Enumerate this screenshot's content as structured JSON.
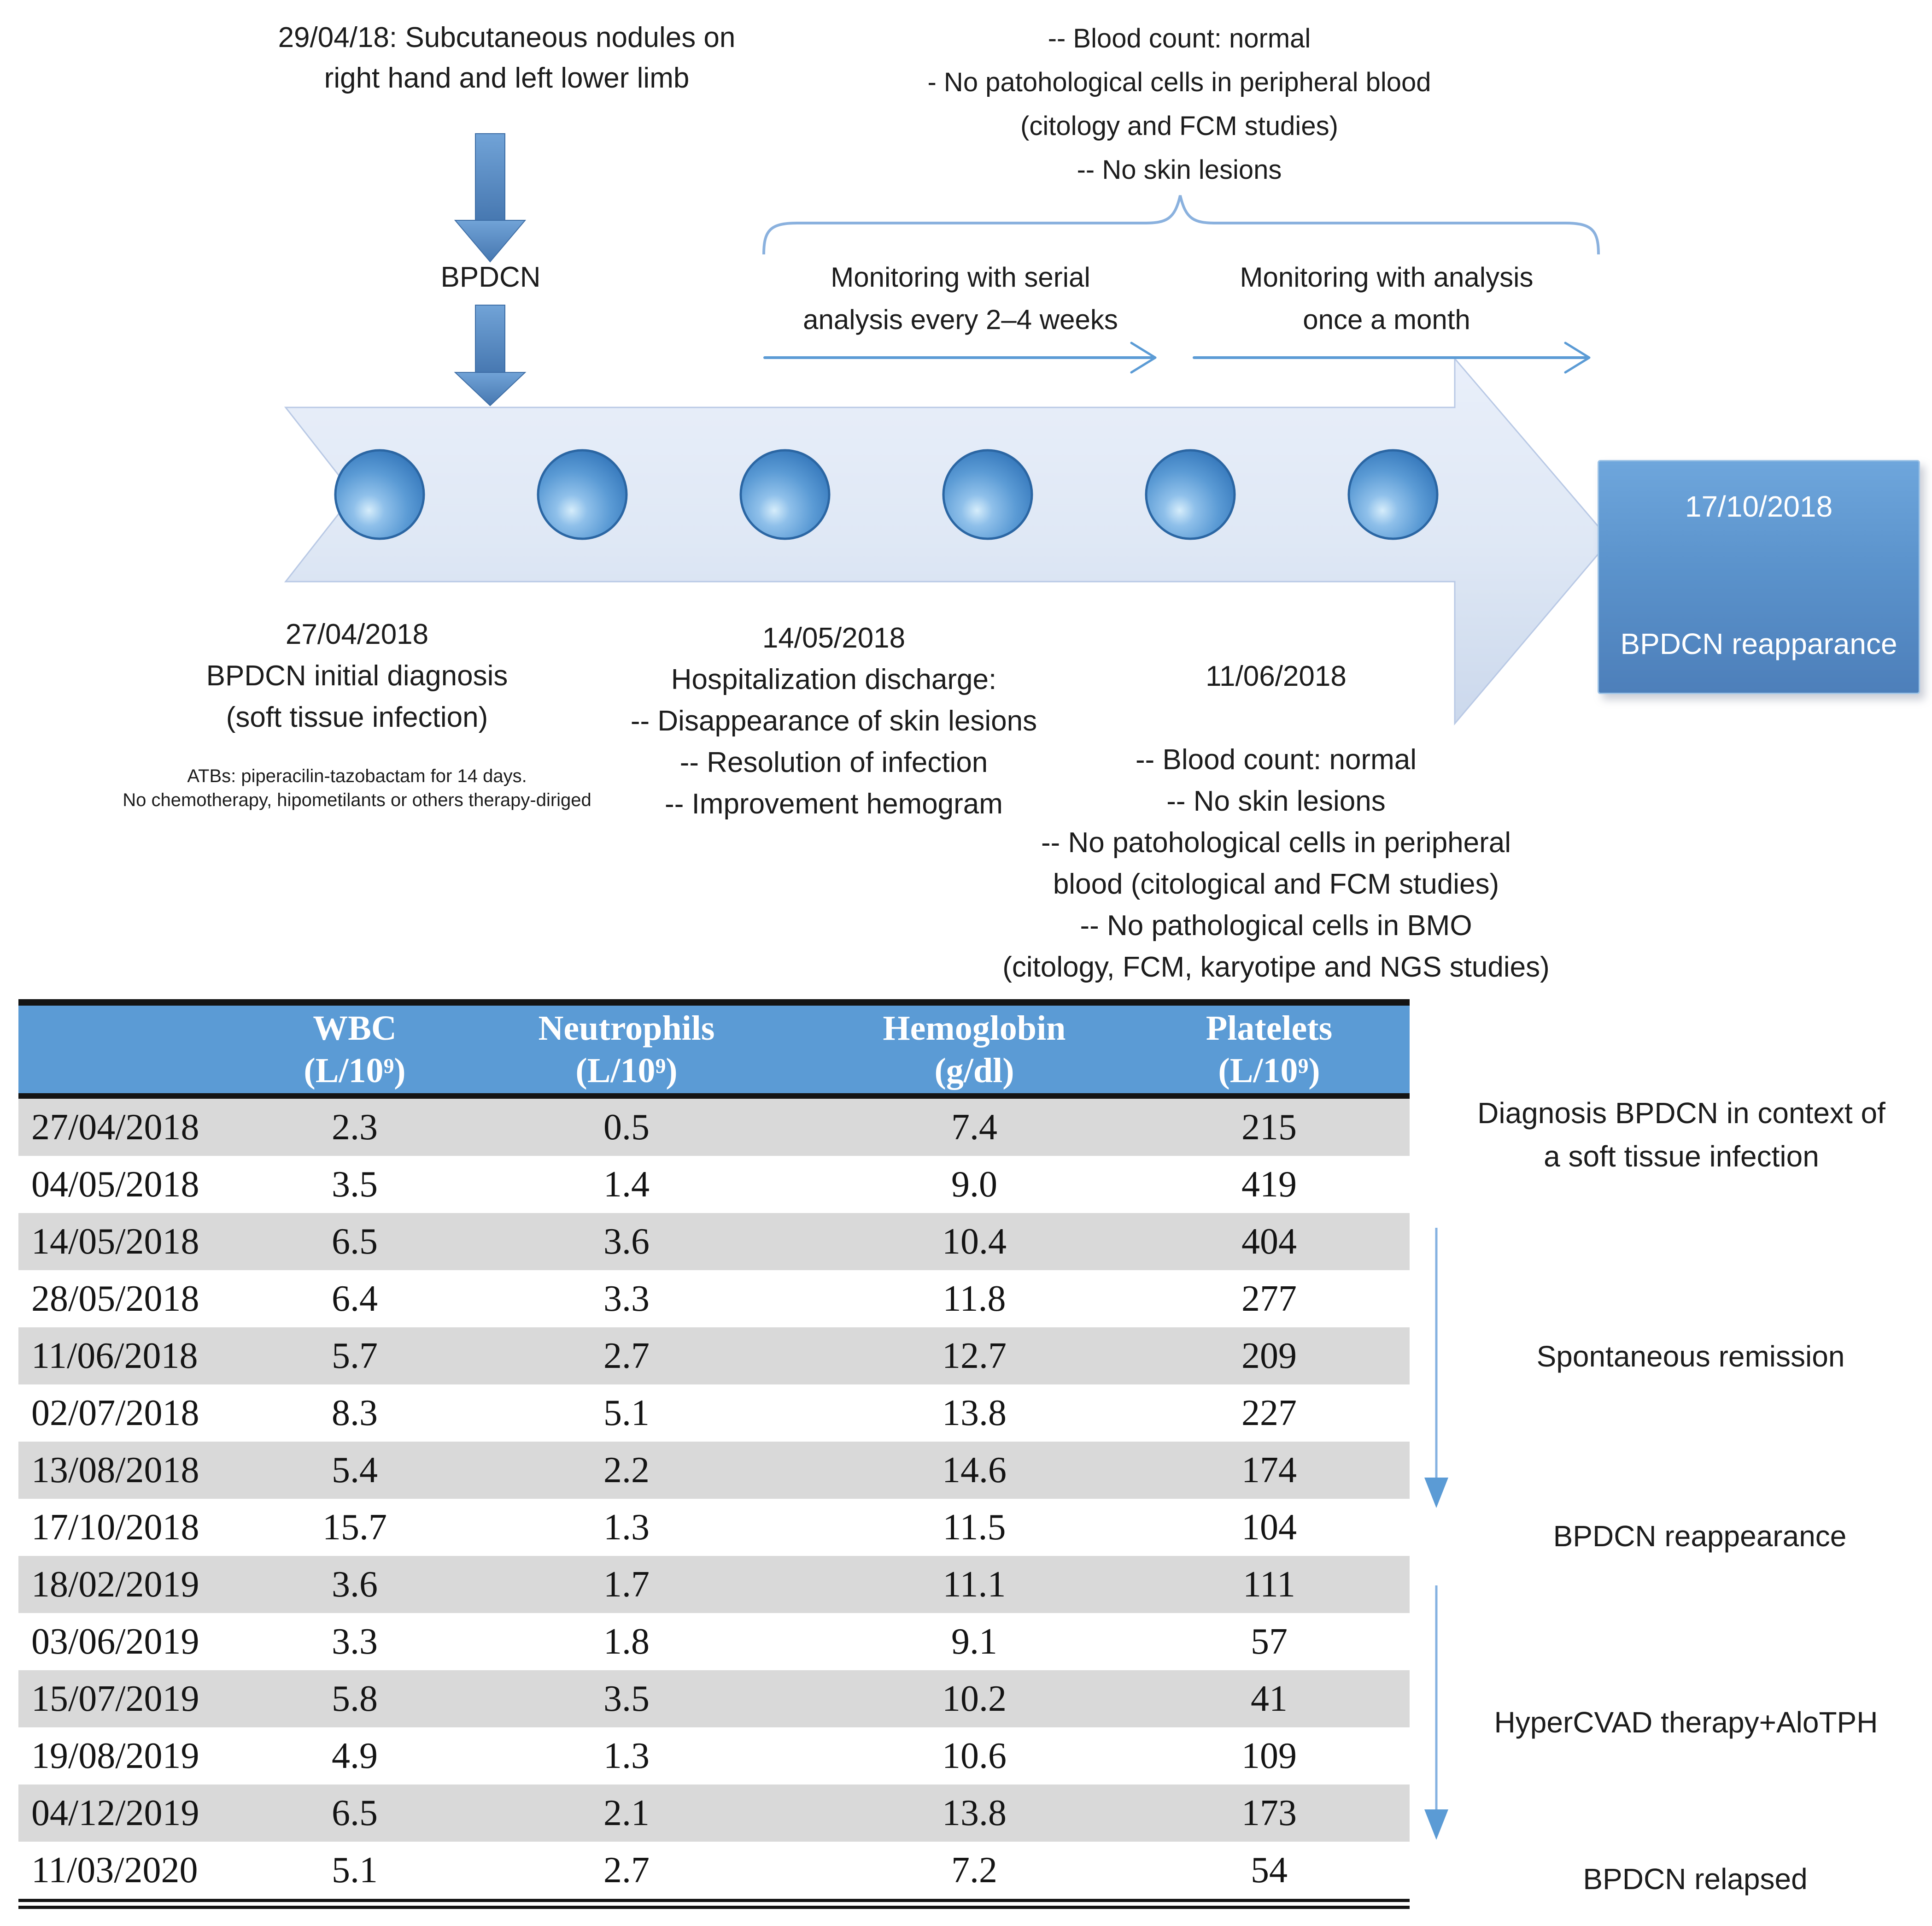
{
  "colors": {
    "accent_blue": "#5b9bd5",
    "header_blue": "#5b9bd5",
    "row_gray": "#d9d9d9",
    "event_box_blue": "#4f81bd",
    "band_fill": "#dde6f4",
    "node_blue": "#4a8ccc"
  },
  "timeline": {
    "nodule_note": "29/04/18: Subcutaneous nodules on\nright hand and left lower limb",
    "bpdcn_label": "BPDCN",
    "followup_note": "-- Blood count: normal\n- No patohological cells in peripheral blood\n(citology and FCM studies)\n-- No skin lesions",
    "monitoring_serial": "Monitoring with serial\nanalysis every 2–4 weeks",
    "monitoring_monthly": "Monitoring with analysis\nonce a month",
    "event_box": {
      "date": "17/10/2018",
      "label": "BPDCN reapparance"
    },
    "annotations": [
      {
        "title": "27/04/2018",
        "body": "BPDCN initial diagnosis\n(soft tissue infection)",
        "fine_print": "ATBs: piperacilin-tazobactam for 14 days.\nNo chemotherapy, hipometilants or others therapy-diriged"
      },
      {
        "title": "14/05/2018",
        "body": "Hospitalization discharge:\n-- Disappearance of skin lesions\n-- Resolution of infection\n-- Improvement hemogram",
        "fine_print": ""
      },
      {
        "title": "11/06/2018",
        "body": "-- Blood count: normal\n-- No skin lesions\n-- No patohological cells in peripheral\nblood (citological and FCM studies)\n-- No pathological cells in BMO\n(citology, FCM, karyotipe and NGS studies)",
        "fine_print": ""
      }
    ]
  },
  "table": {
    "headers": [
      {
        "name": "",
        "unit": ""
      },
      {
        "name": "WBC",
        "unit": "(L/10⁹)"
      },
      {
        "name": "Neutrophils",
        "unit": "(L/10⁹)"
      },
      {
        "name": "Hemoglobin",
        "unit": "(g/dl)"
      },
      {
        "name": "Platelets",
        "unit": "(L/10⁹)"
      }
    ],
    "rows": [
      {
        "date": "27/04/2018",
        "wbc": "2.3",
        "neutrophils": "0.5",
        "hemoglobin": "7.4",
        "platelets": "215"
      },
      {
        "date": "04/05/2018",
        "wbc": "3.5",
        "neutrophils": "1.4",
        "hemoglobin": "9.0",
        "platelets": "419"
      },
      {
        "date": "14/05/2018",
        "wbc": "6.5",
        "neutrophils": "3.6",
        "hemoglobin": "10.4",
        "platelets": "404"
      },
      {
        "date": "28/05/2018",
        "wbc": "6.4",
        "neutrophils": "3.3",
        "hemoglobin": "11.8",
        "platelets": "277"
      },
      {
        "date": "11/06/2018",
        "wbc": "5.7",
        "neutrophils": "2.7",
        "hemoglobin": "12.7",
        "platelets": "209"
      },
      {
        "date": "02/07/2018",
        "wbc": "8.3",
        "neutrophils": "5.1",
        "hemoglobin": "13.8",
        "platelets": "227"
      },
      {
        "date": "13/08/2018",
        "wbc": "5.4",
        "neutrophils": "2.2",
        "hemoglobin": "14.6",
        "platelets": "174"
      },
      {
        "date": "17/10/2018",
        "wbc": "15.7",
        "neutrophils": "1.3",
        "hemoglobin": "11.5",
        "platelets": "104"
      },
      {
        "date": "18/02/2019",
        "wbc": "3.6",
        "neutrophils": "1.7",
        "hemoglobin": "11.1",
        "platelets": "111"
      },
      {
        "date": "03/06/2019",
        "wbc": "3.3",
        "neutrophils": "1.8",
        "hemoglobin": "9.1",
        "platelets": "57"
      },
      {
        "date": "15/07/2019",
        "wbc": "5.8",
        "neutrophils": "3.5",
        "hemoglobin": "10.2",
        "platelets": "41"
      },
      {
        "date": "19/08/2019",
        "wbc": "4.9",
        "neutrophils": "1.3",
        "hemoglobin": "10.6",
        "platelets": "109"
      },
      {
        "date": "04/12/2019",
        "wbc": "6.5",
        "neutrophils": "2.1",
        "hemoglobin": "13.8",
        "platelets": "173"
      },
      {
        "date": "11/03/2020",
        "wbc": "5.1",
        "neutrophils": "2.7",
        "hemoglobin": "7.2",
        "platelets": "54"
      }
    ]
  },
  "side_notes": {
    "diagnosis": "Diagnosis BPDCN in context of\na soft tissue infection",
    "remission": "Spontaneous remission",
    "reappearance": "BPDCN reappearance",
    "therapy": "HyperCVAD therapy+AloTPH",
    "relapsed": "BPDCN relapsed"
  }
}
